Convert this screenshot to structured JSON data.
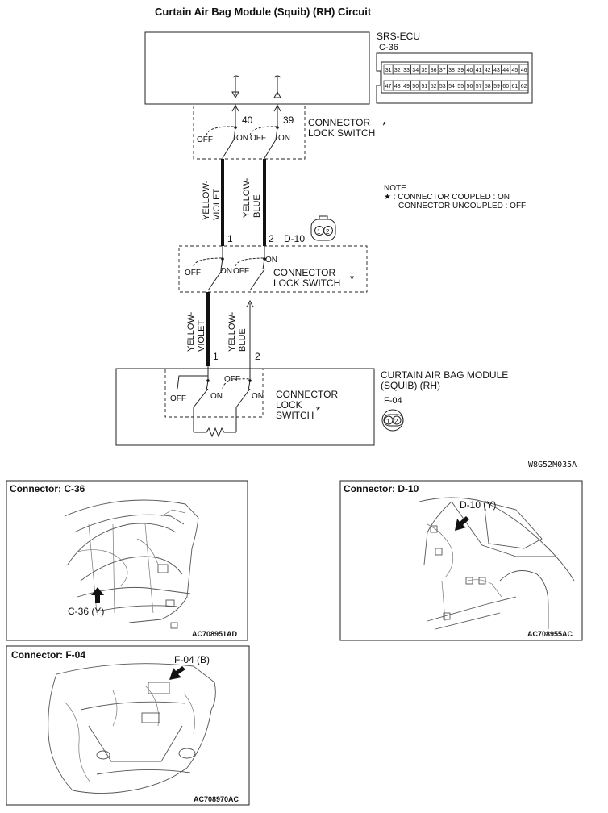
{
  "title": "Curtain Air Bag Module (Squib) (RH) Circuit",
  "ecu": {
    "name": "SRS-ECU",
    "connector": "C-36",
    "pins_top": [
      "31",
      "32",
      "33",
      "34",
      "35",
      "36",
      "37",
      "38",
      "39",
      "40",
      "41",
      "42",
      "43",
      "44",
      "45",
      "46"
    ],
    "pins_bottom": [
      "47",
      "48",
      "49",
      "50",
      "51",
      "52",
      "53",
      "54",
      "55",
      "56",
      "57",
      "58",
      "59",
      "60",
      "61",
      "62"
    ],
    "pin_left": "40",
    "pin_right": "39"
  },
  "switch_labels": {
    "off": "OFF",
    "on": "ON",
    "connector_lock": "CONNECTOR",
    "lock_switch": "LOCK SWITCH",
    "lock": "LOCK",
    "switch": "SWITCH",
    "star": "*"
  },
  "wires": {
    "yellow": "YELLOW-",
    "violet": "VIOLET",
    "blue": "BLUE"
  },
  "note": {
    "heading": "NOTE",
    "line1": "★ : CONNECTOR COUPLED : ON",
    "line2": "CONNECTOR UNCOUPLED : OFF"
  },
  "d10": {
    "name": "D-10",
    "pin1": "1",
    "pin2": "2"
  },
  "module": {
    "line1": "CURTAIN AIR BAG MODULE",
    "line2": "(SQUIB) (RH)",
    "connector": "F-04",
    "pin1": "1",
    "pin2": "2"
  },
  "figure_code": "W8G52M035A",
  "panels": {
    "c36": {
      "title": "Connector: C-36",
      "callout": "C-36 (Y)",
      "code": "AC708951AD"
    },
    "d10": {
      "title": "Connector: D-10",
      "callout": "D-10 (Y)",
      "code": "AC708955AC"
    },
    "f04": {
      "title": "Connector: F-04",
      "callout": "F-04 (B)",
      "code": "AC708970AC"
    }
  }
}
